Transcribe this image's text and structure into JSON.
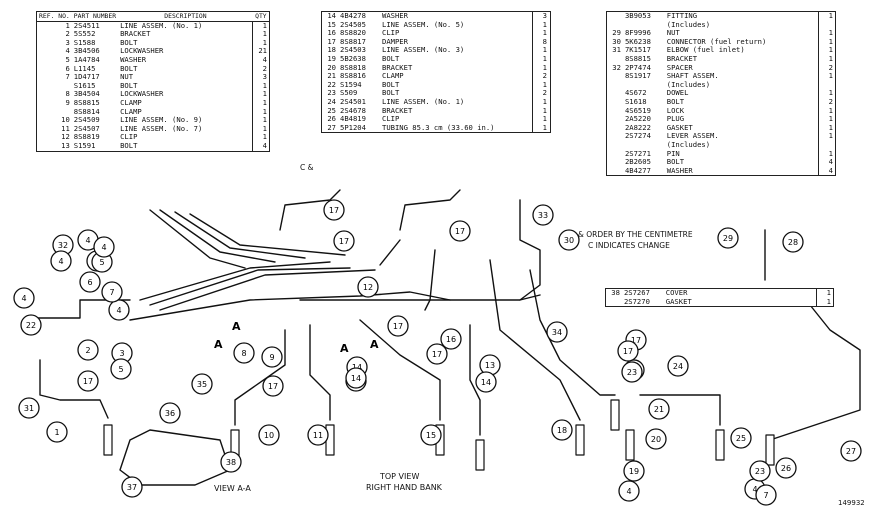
{
  "header_table": {
    "col_ref": "REF. NO.",
    "col_part": "PART NUMBER",
    "col_desc": "DESCRIPTION",
    "col_qty": "QTY"
  },
  "table1": [
    {
      "ref": "1",
      "part": "2S4511",
      "desc": "LINE ASSEM.",
      "note": "(No. 1)",
      "qty": "1"
    },
    {
      "ref": "2",
      "part": "5S552",
      "desc": "BRACKET",
      "note": "",
      "qty": "1"
    },
    {
      "ref": "3",
      "part": "S1588",
      "desc": "BOLT",
      "note": "",
      "qty": "1"
    },
    {
      "ref": "4",
      "part": "3B4506",
      "desc": "LOCKWASHER",
      "note": "",
      "qty": "21"
    },
    {
      "ref": "5",
      "part": "1A4784",
      "desc": "WASHER",
      "note": "",
      "qty": "4"
    },
    {
      "ref": "6",
      "part": "L1145",
      "desc": "BOLT",
      "note": "",
      "qty": "2"
    },
    {
      "ref": "7",
      "part": "1D4717",
      "desc": "NUT",
      "note": "",
      "qty": "3"
    },
    {
      "ref": "",
      "part": "S1615",
      "desc": "BOLT",
      "note": "",
      "qty": "1"
    },
    {
      "ref": "8",
      "part": "3B4504",
      "desc": "LOCKWASHER",
      "note": "",
      "qty": "1"
    },
    {
      "ref": "9",
      "part": "8S8815",
      "desc": "CLAMP",
      "note": "",
      "qty": "1"
    },
    {
      "ref": "",
      "part": "8S8814",
      "desc": "CLAMP",
      "note": "",
      "qty": "1"
    },
    {
      "ref": "10",
      "part": "2S4509",
      "desc": "LINE ASSEM.",
      "note": "(No. 9)",
      "qty": "1"
    },
    {
      "ref": "11",
      "part": "2S4507",
      "desc": "LINE ASSEM.",
      "note": "(No. 7)",
      "qty": "1"
    },
    {
      "ref": "12",
      "part": "8S8819",
      "desc": "CLIP",
      "note": "",
      "qty": "1"
    },
    {
      "ref": "13",
      "part": "S1591",
      "desc": "BOLT",
      "note": "",
      "qty": "4"
    }
  ],
  "table2": [
    {
      "ref": "14",
      "part": "4B4278",
      "desc": "WASHER",
      "note": "",
      "qty": "3"
    },
    {
      "ref": "15",
      "part": "2S4505",
      "desc": "LINE ASSEM.",
      "note": "(No. 5)",
      "qty": "1"
    },
    {
      "ref": "16",
      "part": "8S8820",
      "desc": "CLIP",
      "note": "",
      "qty": "1"
    },
    {
      "ref": "17",
      "part": "8S8817",
      "desc": "DAMPER",
      "note": "",
      "qty": "8"
    },
    {
      "ref": "18",
      "part": "2S4503",
      "desc": "LINE ASSEM.",
      "note": "(No. 3)",
      "qty": "1"
    },
    {
      "ref": "19",
      "part": "5B2638",
      "desc": "BOLT",
      "note": "",
      "qty": "1"
    },
    {
      "ref": "20",
      "part": "8S8818",
      "desc": "BRACKET",
      "note": "",
      "qty": "1"
    },
    {
      "ref": "21",
      "part": "8S8816",
      "desc": "CLAMP",
      "note": "",
      "qty": "2"
    },
    {
      "ref": "22",
      "part": "S1594",
      "desc": "BOLT",
      "note": "",
      "qty": "1"
    },
    {
      "ref": "23",
      "part": "S509",
      "desc": "BOLT",
      "note": "",
      "qty": "2"
    },
    {
      "ref": "24",
      "part": "2S4501",
      "desc": "LINE ASSEM.",
      "note": "(No. 1)",
      "qty": "1"
    },
    {
      "ref": "25",
      "part": "2S4678",
      "desc": "BRACKET",
      "note": "",
      "qty": "1"
    },
    {
      "ref": "26",
      "part": "4B4819",
      "desc": "CLIP",
      "note": "",
      "qty": "1"
    },
    {
      "ref": "27",
      "part": "5P1204",
      "desc": "TUBING",
      "note": "85.3 cm (33.60 in.)",
      "qty": "1"
    }
  ],
  "table2_marker": "C &",
  "table3": [
    {
      "ref": "",
      "part": "3B9053",
      "desc": "FITTING",
      "note": "",
      "qty": "1"
    },
    {
      "ref": "",
      "part": "",
      "desc": "(Includes)",
      "note": "",
      "qty": ""
    },
    {
      "ref": "29",
      "part": "8F9996",
      "desc": "NUT",
      "note": "",
      "qty": "1"
    },
    {
      "ref": "30",
      "part": "5K6238",
      "desc": "CONNECTOR",
      "note": "(fuel return)",
      "qty": "1"
    },
    {
      "ref": "31",
      "part": "7K1517",
      "desc": "ELBOW",
      "note": "(fuel inlet)",
      "qty": "1"
    },
    {
      "ref": "",
      "part": "8S8815",
      "desc": "BRACKET",
      "note": "",
      "qty": "1"
    },
    {
      "ref": "32",
      "part": "2P7474",
      "desc": "SPACER",
      "note": "",
      "qty": "2"
    },
    {
      "ref": "",
      "part": "8S1917",
      "desc": "SHAFT ASSEM.",
      "note": "",
      "qty": "1"
    },
    {
      "ref": "",
      "part": "",
      "desc": "(Includes)",
      "note": "",
      "qty": ""
    },
    {
      "ref": "",
      "part": "4S672",
      "desc": "DOWEL",
      "note": "",
      "qty": "1"
    },
    {
      "ref": "",
      "part": "S1618",
      "desc": "BOLT",
      "note": "",
      "qty": "2"
    },
    {
      "ref": "",
      "part": "4S6519",
      "desc": "LOCK",
      "note": "",
      "qty": "1"
    },
    {
      "ref": "",
      "part": "2A5220",
      "desc": "PLUG",
      "note": "",
      "qty": "1"
    },
    {
      "ref": "",
      "part": "2A8222",
      "desc": "GASKET",
      "note": "",
      "qty": "1"
    },
    {
      "ref": "",
      "part": "2S7274",
      "desc": "LEVER ASSEM.",
      "note": "",
      "qty": "1"
    },
    {
      "ref": "",
      "part": "",
      "desc": "(Includes)",
      "note": "",
      "qty": ""
    },
    {
      "ref": "",
      "part": "2S7271",
      "desc": "PIN",
      "note": "",
      "qty": "1"
    },
    {
      "ref": "",
      "part": "2B2605",
      "desc": "BOLT",
      "note": "",
      "qty": "4"
    },
    {
      "ref": "",
      "part": "4B4277",
      "desc": "WASHER",
      "note": "",
      "qty": "4"
    }
  ],
  "table4": [
    {
      "ref": "38",
      "part": "2S7267",
      "desc": "COVER",
      "note": "",
      "qty": "1"
    },
    {
      "ref": "",
      "part": "2S7270",
      "desc": "GASKET",
      "note": "",
      "qty": "1"
    }
  ],
  "notes": {
    "order_note": "& ORDER BY THE CENTIMETRE",
    "change_note": "C INDICATES CHANGE",
    "view_aa": "VIEW A-A",
    "top_view": "TOP VIEW",
    "right_bank": "RIGHT HAND BANK",
    "figure_no": "149932"
  },
  "callouts": [
    {
      "n": "1"
    },
    {
      "n": "2"
    },
    {
      "n": "3"
    },
    {
      "n": "4"
    },
    {
      "n": "5"
    },
    {
      "n": "6"
    },
    {
      "n": "7"
    },
    {
      "n": "8"
    },
    {
      "n": "9"
    },
    {
      "n": "10"
    },
    {
      "n": "11"
    },
    {
      "n": "12"
    },
    {
      "n": "13"
    },
    {
      "n": "14"
    },
    {
      "n": "15"
    },
    {
      "n": "16"
    },
    {
      "n": "17"
    },
    {
      "n": "18"
    },
    {
      "n": "19"
    },
    {
      "n": "20"
    },
    {
      "n": "21"
    },
    {
      "n": "22"
    },
    {
      "n": "23"
    },
    {
      "n": "24"
    },
    {
      "n": "25"
    },
    {
      "n": "26"
    },
    {
      "n": "27"
    },
    {
      "n": "28"
    },
    {
      "n": "29"
    },
    {
      "n": "30"
    },
    {
      "n": "31"
    },
    {
      "n": "32"
    },
    {
      "n": "33"
    },
    {
      "n": "34"
    },
    {
      "n": "35"
    },
    {
      "n": "36"
    },
    {
      "n": "37"
    },
    {
      "n": "38"
    },
    {
      "n": "4"
    },
    {
      "n": "5"
    },
    {
      "n": "17"
    },
    {
      "n": "17"
    },
    {
      "n": "17"
    },
    {
      "n": "17"
    },
    {
      "n": "17"
    },
    {
      "n": "17"
    },
    {
      "n": "4"
    },
    {
      "n": "4"
    },
    {
      "n": "5"
    },
    {
      "n": "14"
    },
    {
      "n": "14"
    },
    {
      "n": "4"
    },
    {
      "n": "7"
    },
    {
      "n": "23"
    },
    {
      "n": "4"
    },
    {
      "n": "17"
    },
    {
      "n": "14"
    },
    {
      "n": "4"
    },
    {
      "n": "17"
    },
    {
      "n": "23"
    }
  ],
  "section_labels": [
    "A",
    "A",
    "A",
    "A"
  ]
}
